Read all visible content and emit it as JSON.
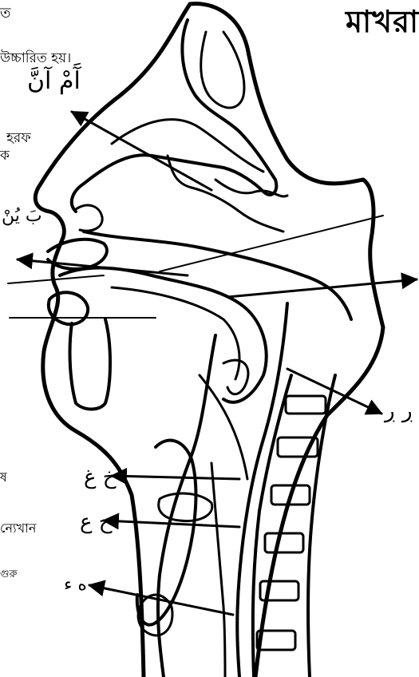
{
  "title": "মাখরা",
  "labels": {
    "l1": "ত",
    "l2": "উচ্চারিত হয়।",
    "l3": "হরফ",
    "l4": "ক",
    "l5": "ষ",
    "l6": "ন্যেখান",
    "l7": "গুরু"
  },
  "arabic": {
    "a1": "آَمْ آنَّ",
    "a2": "بَ يُنْ",
    "a3": "ڔ ڔ",
    "a4": "خ غ",
    "a5": "ح ع",
    "a6": "ه ء"
  }
}
